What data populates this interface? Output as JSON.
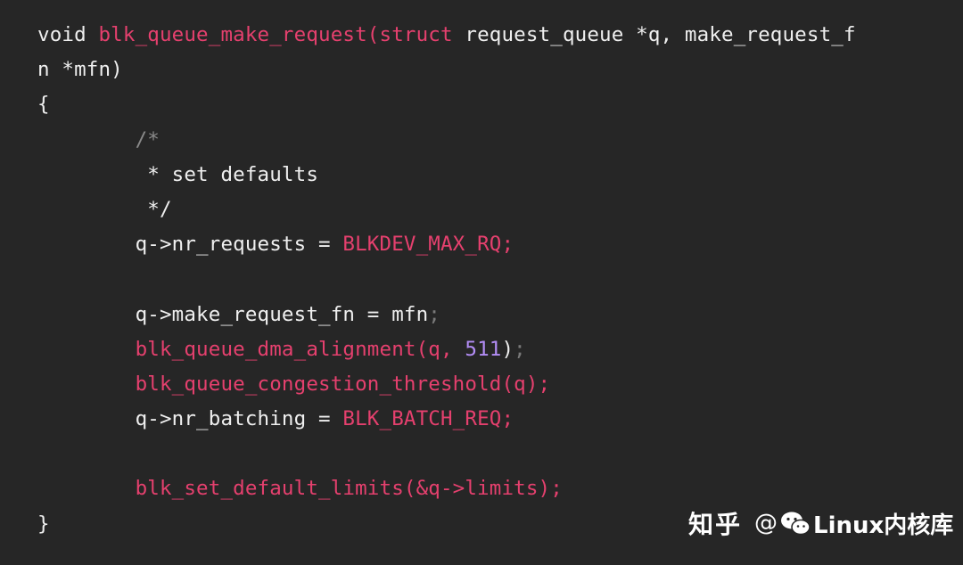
{
  "code": {
    "lines": [
      [
        {
          "text": "void ",
          "kind": "plain"
        },
        {
          "text": "blk_queue_make_request(struct",
          "kind": "fn"
        },
        {
          "text": " request_queue *q, make_request_f",
          "kind": "plain"
        }
      ],
      [
        {
          "text": "n *mfn)",
          "kind": "plain"
        }
      ],
      [
        {
          "text": "{",
          "kind": "plain"
        }
      ],
      [
        {
          "text": "        /*",
          "kind": "comment"
        }
      ],
      [
        {
          "text": "         * set defaults",
          "kind": "plain"
        }
      ],
      [
        {
          "text": "         */",
          "kind": "plain"
        }
      ],
      [
        {
          "text": "        q->nr_requests = ",
          "kind": "plain"
        },
        {
          "text": "BLKDEV_MAX_RQ;",
          "kind": "fn"
        }
      ],
      [],
      [
        {
          "text": "        q->make_request_fn = mfn",
          "kind": "plain"
        },
        {
          "text": ";",
          "kind": "punc"
        }
      ],
      [
        {
          "text": "        blk_queue_dma_alignment(q, ",
          "kind": "fn"
        },
        {
          "text": "511",
          "kind": "num"
        },
        {
          "text": ")",
          "kind": "plain"
        },
        {
          "text": ";",
          "kind": "punc"
        }
      ],
      [
        {
          "text": "        blk_queue_congestion_threshold(q);",
          "kind": "fn"
        }
      ],
      [
        {
          "text": "        q->nr_batching = ",
          "kind": "plain"
        },
        {
          "text": "BLK_BATCH_REQ;",
          "kind": "fn"
        }
      ],
      [],
      [
        {
          "text": "        blk_set_default_limits(&q->limits);",
          "kind": "fn"
        }
      ],
      [
        {
          "text": "}",
          "kind": "plain"
        }
      ]
    ]
  },
  "watermark": {
    "brand": "知乎",
    "handle_prefix": "@",
    "logo_icon": "wechat-icon",
    "name": "Linux内核库"
  }
}
